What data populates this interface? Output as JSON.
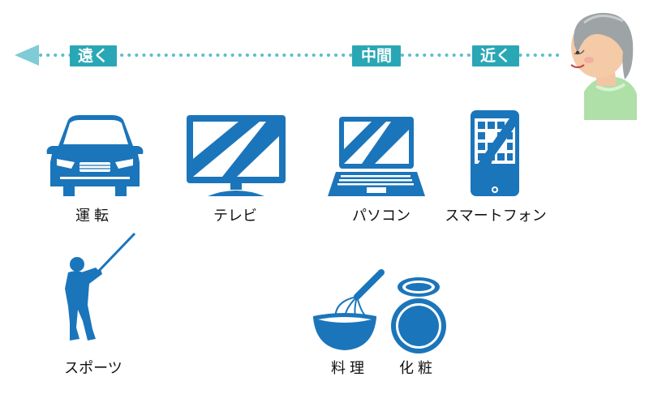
{
  "distance_scale": {
    "far_label": "遠く",
    "middle_label": "中間",
    "near_label": "近く",
    "arrow_color": "#2aa7b5",
    "badge_color": "#2aa7b5",
    "dot_color": "#5bbfcb"
  },
  "icon_color": "#1b75bb",
  "devices": [
    {
      "label": "運転",
      "icon": "car-icon"
    },
    {
      "label": "テレビ",
      "icon": "television-icon"
    },
    {
      "label": "パソコン",
      "icon": "laptop-icon"
    },
    {
      "label": "スマートフォン",
      "icon": "smartphone-icon"
    }
  ],
  "activities": [
    {
      "label": "スポーツ",
      "icon": "golfer-icon"
    },
    {
      "label": "料理",
      "icon": "whisk-bowl-icon"
    },
    {
      "label": "化粧",
      "icon": "compact-powder-icon"
    }
  ],
  "person_icon": "elderly-woman-icon"
}
